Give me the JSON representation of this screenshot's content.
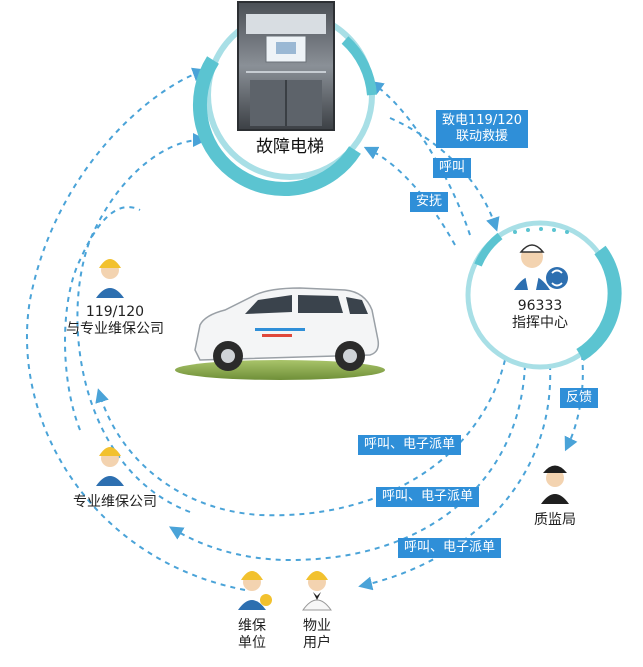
{
  "nodes": {
    "elevator": {
      "label": "故障电梯"
    },
    "center": {
      "label_line1": "96333",
      "label_line2": "指挥中心"
    },
    "company_119": {
      "label_line1": "119/120",
      "label_line2": "与专业维保公司"
    },
    "maintenance_company": {
      "label": "专业维保公司"
    },
    "quality_bureau": {
      "label": "质监局"
    },
    "maintenance_unit": {
      "label_line1": "维保",
      "label_line2": "单位"
    },
    "property_user": {
      "label_line1": "物业",
      "label_line2": "用户"
    }
  },
  "tags": {
    "rescue_line1": "致电119/120",
    "rescue_line2": "联动救援",
    "call": "呼叫",
    "comfort": "安抚",
    "feedback": "反馈",
    "dispatch_1": "呼叫、电子派单",
    "dispatch_2": "呼叫、电子派单",
    "dispatch_3": "呼叫、电子派单"
  },
  "colors": {
    "teal": "#5bc4d1",
    "teal_light": "#a8dfe6",
    "dashed_blue": "#4aa3d8",
    "tag_blue": "#2f8fd8",
    "worker_yellow": "#f2c12e",
    "worker_blue": "#2d6fb0"
  }
}
